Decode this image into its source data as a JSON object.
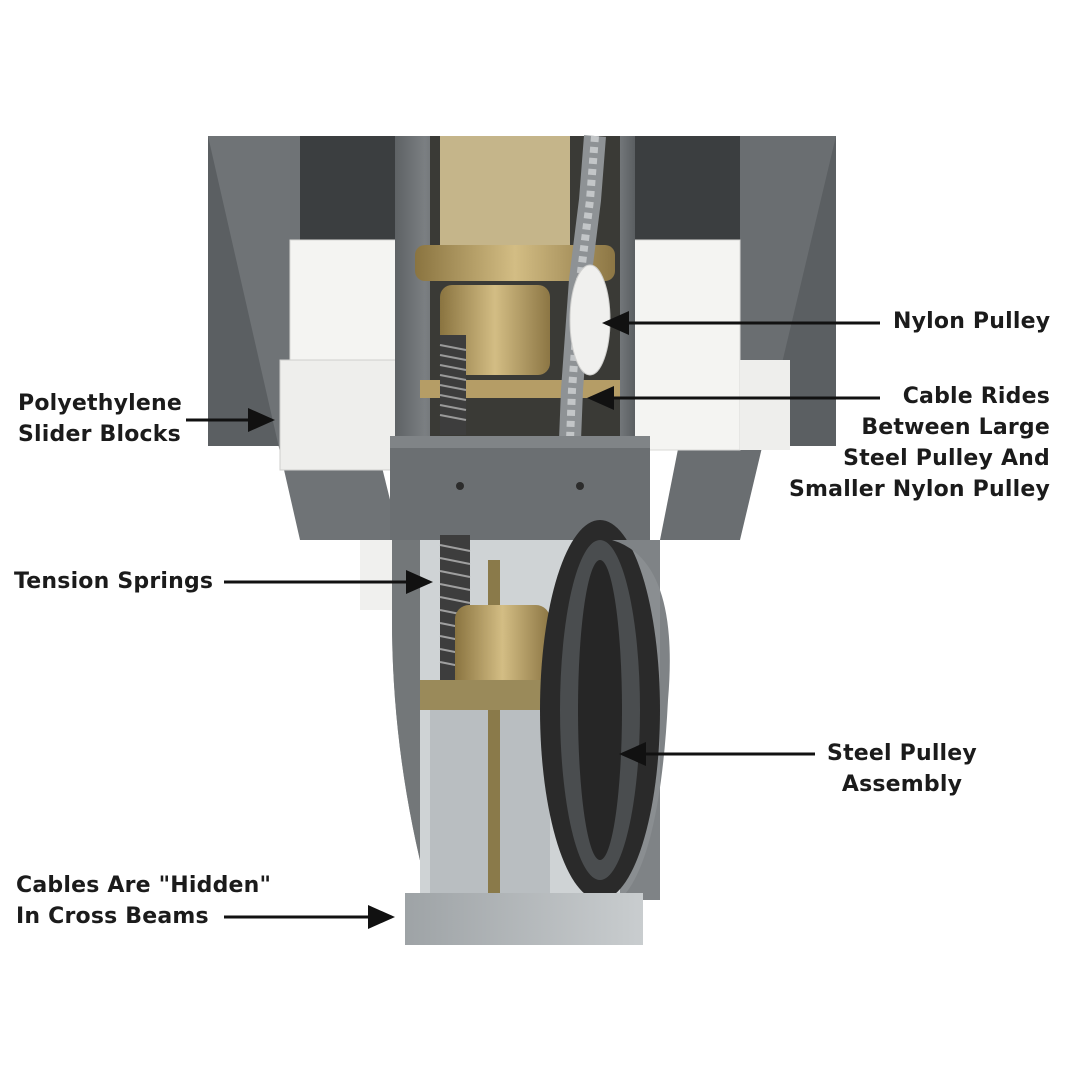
{
  "labels": {
    "nylon_pulley": [
      "Nylon Pulley"
    ],
    "cable_rides": [
      "Cable Rides",
      "Between Large",
      "Steel Pulley And",
      "Smaller Nylon Pulley"
    ],
    "slider_blocks": [
      "Polyethylene",
      "Slider Blocks"
    ],
    "tension_springs": [
      "Tension Springs"
    ],
    "steel_pulley": [
      "Steel Pulley",
      "Assembly"
    ],
    "cables_hidden": [
      "Cables Are \"Hidden\"",
      "In Cross Beams"
    ]
  },
  "colors": {
    "frame_gray": "#6f7376",
    "frame_dark": "#55595c",
    "brass": "#b49a5e",
    "nylon_white": "#f2f2f0",
    "pulley_black": "#2a2a2a",
    "label_text": "#1b1b1b"
  }
}
